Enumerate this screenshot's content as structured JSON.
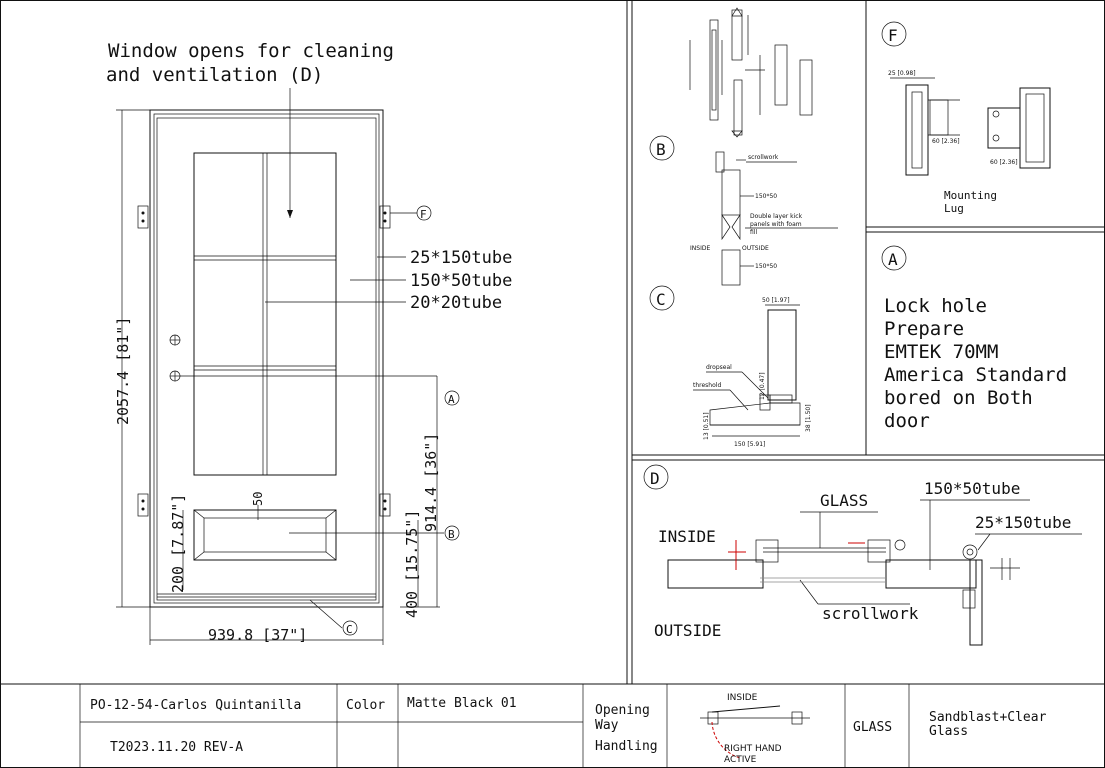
{
  "main": {
    "callout_window": "Window opens for cleaning",
    "callout_window_2": "and ventilation (D)",
    "tube_1": "25*150tube",
    "tube_2": "150*50tube",
    "tube_3": "20*20tube",
    "dim_height": "2057.4 [81\"]",
    "dim_width": "939.8 [37\"]",
    "dim_lock": "914.4 [36\"]",
    "dim_panel_pos": "400 [15.75\"]",
    "dim_panel_h": "200 [7.87\"]",
    "dim_50": "50",
    "tag_a": "A",
    "tag_b": "B",
    "tag_c": "C",
    "tag_f": "F"
  },
  "detail_b": {
    "tag": "B",
    "scrollwork": "scrollwork",
    "tube": "150*50",
    "kick_1": "Double layer kick",
    "kick_2": "panels with foam",
    "kick_3": "fill",
    "inside": "INSIDE",
    "outside": "OUTSIDE",
    "tube_2": "150*50"
  },
  "detail_c": {
    "tag": "C",
    "dim_top": "50 [1.97]",
    "dropseal": "dropseal",
    "threshold": "threshold",
    "dim_12": "12 [0.47]",
    "dim_13": "13 [0.51]",
    "dim_38": "38 [1.50]",
    "dim_150": "150 [5.91]"
  },
  "detail_f": {
    "tag": "F",
    "label_1": "Mounting",
    "label_2": "Lug",
    "dim_25": "25 [0.98]",
    "dim_60": "60 [2.36]",
    "dim_60b": "60 [2.36]"
  },
  "detail_a": {
    "tag": "A",
    "lines": [
      "Lock hole",
      "Prepare",
      "EMTEK 70MM",
      "America Standard",
      "bored on Both",
      "door"
    ]
  },
  "detail_d": {
    "tag": "D",
    "glass": "GLASS",
    "tube_1": "150*50tube",
    "tube_2": "25*150tube",
    "inside": "INSIDE",
    "outside": "OUTSIDE",
    "scrollwork": "scrollwork"
  },
  "title_block": {
    "project": "PO-12-54-Carlos Quintanilla",
    "revision": "T2023.11.20 REV-A",
    "color_label": "Color",
    "color_value": "Matte Black 01",
    "opening_1": "Opening",
    "opening_2": "Way",
    "opening_3": "Handling",
    "inside": "INSIDE",
    "right_hand": "RIGHT HAND",
    "active": "ACTIVE",
    "glass_label": "GLASS",
    "glass_value_1": "Sandblast+Clear",
    "glass_value_2": "Glass"
  }
}
